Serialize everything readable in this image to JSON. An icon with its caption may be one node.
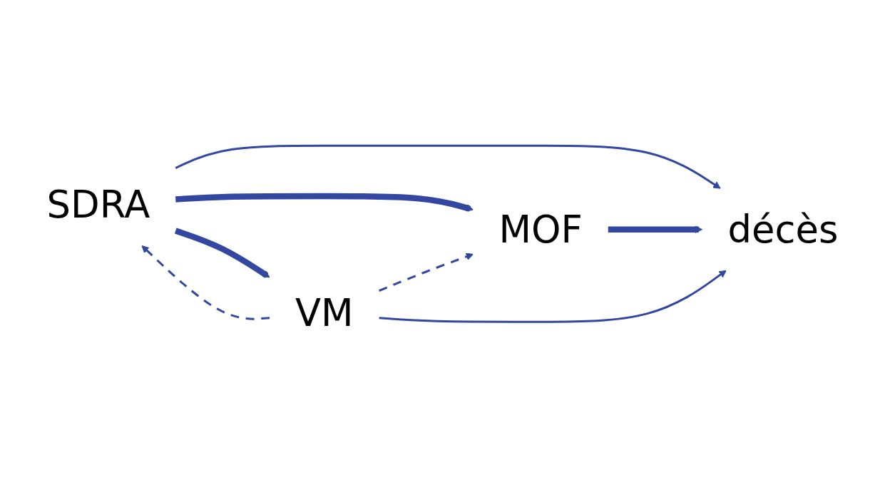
{
  "diagram": {
    "nodes": [
      {
        "text": [
          "SDRA"
        ]
      },
      {
        "text": [
          "VM"
        ]
      },
      {
        "text": [
          "décès"
        ]
      },
      {
        "text": [
          "MOF"
        ]
      }
    ],
    "edges": [
      {
        "from": 0,
        "to": 1,
        "arrow": "to",
        "style": "thick"
      },
      {
        "from": 1,
        "to": 0,
        "arrow": "to",
        "style": "dashed"
      },
      {
        "from": 0,
        "to": 3,
        "arrow": "to",
        "style": "thick"
      },
      {
        "from": 0,
        "to": 2,
        "arrow": "to"
      },
      {
        "from": 1,
        "to": 3,
        "arrow": "to",
        "style": "dashed"
      },
      {
        "from": 3,
        "to": 2,
        "arrow": "to",
        "style": "thick"
      },
      {
        "from": 1,
        "to": 2,
        "arrow": "to"
      }
    ]
  }
}
